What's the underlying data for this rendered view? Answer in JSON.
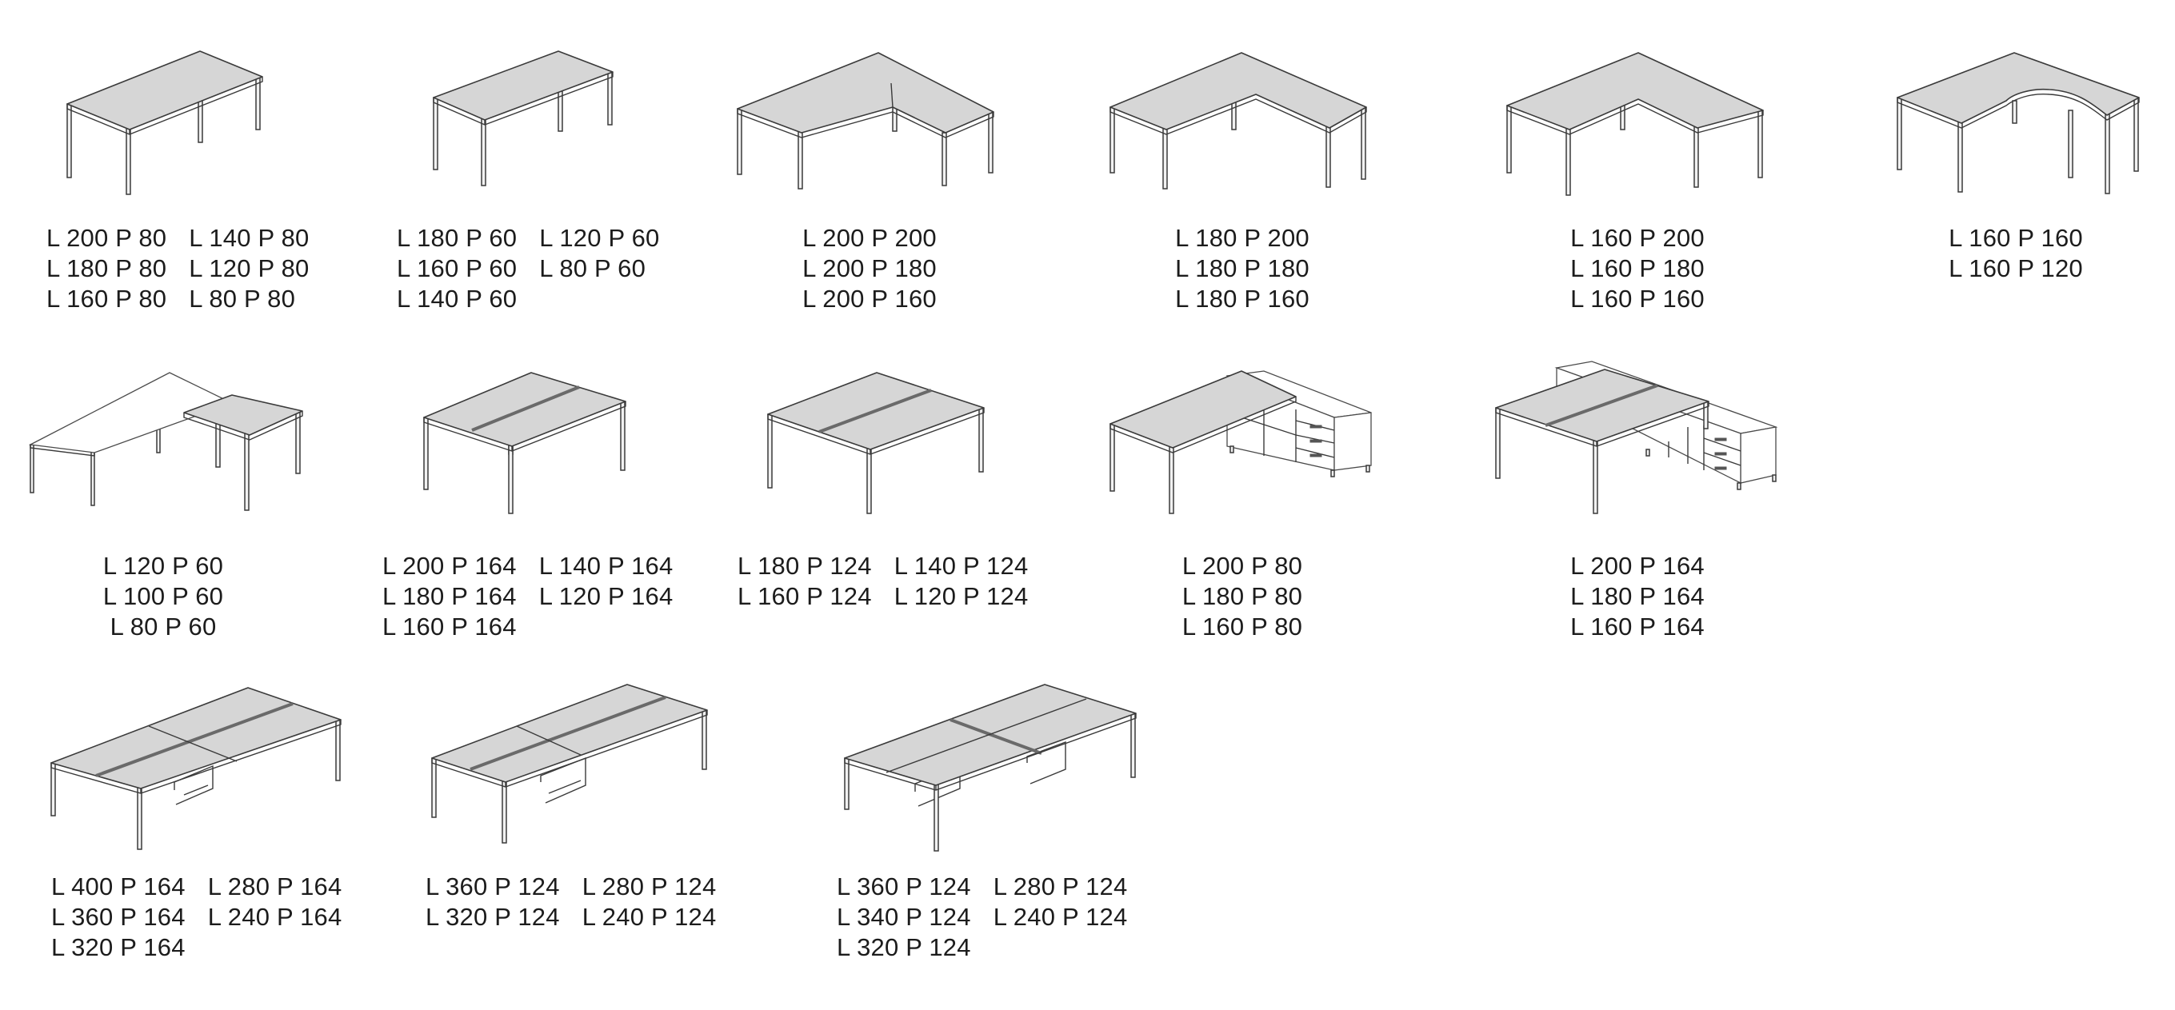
{
  "products": [
    {
      "id": "desk-straight-80",
      "labels": [
        [
          "L 200 P 80",
          "L 180 P 80",
          "L 160 P 80"
        ],
        [
          "L 140 P 80",
          "L 120 P 80",
          "L 80 P 80"
        ]
      ]
    },
    {
      "id": "desk-straight-60",
      "labels": [
        [
          "L 180 P 60",
          "L 160 P 60",
          "L 140 P 60"
        ],
        [
          "L 120 P 60",
          "L 80 P 60"
        ]
      ]
    },
    {
      "id": "desk-corner-200",
      "labels": [
        [
          "L 200 P 200",
          "L 200 P 180",
          "L 200 P 160"
        ]
      ]
    },
    {
      "id": "desk-corner-180",
      "labels": [
        [
          "L 180 P 200",
          "L 180 P 180",
          "L 180 P 160"
        ]
      ]
    },
    {
      "id": "desk-corner-160",
      "labels": [
        [
          "L 160 P 200",
          "L 160 P 180",
          "L 160 P 160"
        ]
      ]
    },
    {
      "id": "desk-curved-corner",
      "labels": [
        [
          "L 160 P 160",
          "L 160 P 120"
        ]
      ]
    },
    {
      "id": "desk-return",
      "labels": [
        [
          "L 120 P 60",
          "L 100 P 60",
          "L 80 P 60"
        ]
      ]
    },
    {
      "id": "bench-double-164",
      "labels": [
        [
          "L 200 P 164",
          "L 180 P 164",
          "L 160 P 164"
        ],
        [
          "L 140 P 164",
          "L 120 P 164"
        ]
      ]
    },
    {
      "id": "bench-double-124",
      "labels": [
        [
          "L 180 P 124",
          "L 160 P 124"
        ],
        [
          "L 140 P 124",
          "L 120 P 124"
        ]
      ]
    },
    {
      "id": "desk-with-cabinet",
      "labels": [
        [
          "L 200 P 80",
          "L 180 P 80",
          "L 160 P 80"
        ]
      ]
    },
    {
      "id": "bench-with-cabinet",
      "labels": [
        [
          "L 200 P 164",
          "L 180 P 164",
          "L 160 P 164"
        ]
      ]
    },
    {
      "id": "bench-quad-164",
      "labels": [
        [
          "L 400 P 164",
          "L 360 P 164",
          "L 320 P 164"
        ],
        [
          "L 280 P 164",
          "L 240 P 164"
        ]
      ]
    },
    {
      "id": "bench-quad-124",
      "labels": [
        [
          "L 360 P 124",
          "L 320 P 124"
        ],
        [
          "L 280 P 124",
          "L 240 P 124"
        ]
      ]
    },
    {
      "id": "bench-quad-124-offset",
      "labels": [
        [
          "L 360 P 124",
          "L 340 P 124",
          "L 320 P 124"
        ],
        [
          "L 280 P 124",
          "L 240 P 124"
        ]
      ]
    }
  ]
}
